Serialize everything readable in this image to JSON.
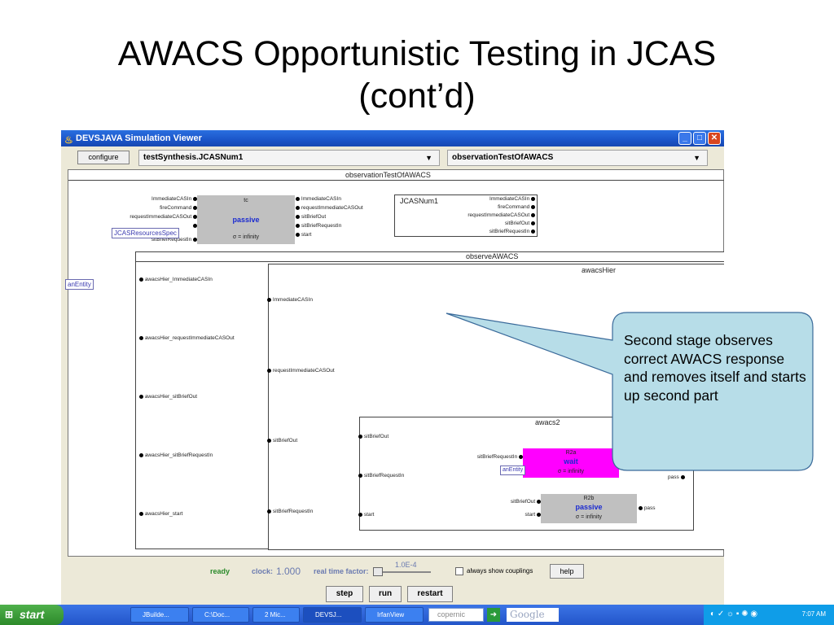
{
  "slide": {
    "title_line1": "AWACS Opportunistic Testing in JCAS",
    "title_line2": "(cont’d)"
  },
  "window": {
    "title": "DEVSJAVA Simulation Viewer",
    "min_label": "_",
    "max_label": "□",
    "close_label": "✕"
  },
  "toolbar": {
    "configure_label": "configure",
    "package_combo": "testSynthesis.JCASNum1",
    "model_combo": "observationTestOfAWACS",
    "arrow": "▼"
  },
  "diagram": {
    "root_label": "observationTestOfAWACS",
    "tc": {
      "name": "tc",
      "state": "passive",
      "sigma": "σ = infinity",
      "in_ports": [
        "ImmediateCASIn",
        "fireCommand",
        "requestImmediateCASOut",
        "",
        "sitBriefRequestIn"
      ],
      "out_ports": [
        "ImmediateCASIn",
        "requestImmediateCASOut",
        "sitBriefOut",
        "sitBriefRequestIn",
        "start"
      ]
    },
    "cas_tag": "JCASResourcesSpec",
    "jcasnum1": {
      "label": "JCASNum1",
      "ports": [
        "ImmediateCASIn",
        "fireCommand",
        "requestImmediateCASOut",
        "sitBriefOut",
        "sitBriefRequestIn"
      ]
    },
    "observe_label": "observeAWACS",
    "an_entity_left": "anEntity",
    "observe_ports": [
      "awacsHier_ImmediateCASIn",
      "awacsHier_requestImmediateCASOut",
      "awacsHier_sitBriefOut",
      "awacsHier_sitBriefRequestIn",
      "awacsHier_start"
    ],
    "awacshier_label": "awacsHier",
    "awacshier_ports": [
      "ImmediateCASIn",
      "requestImmediateCASOut",
      "sitBriefOut",
      "sitBriefRequestIn"
    ],
    "awacs2_label": "awacs2",
    "awacs2_in_ports": [
      "sitBriefOut",
      "sitBriefRequestIn",
      "start"
    ],
    "awacs2_out_port": "pass",
    "r2a": {
      "name": "R2a",
      "state": "wait",
      "sigma": "σ = infinity",
      "in_port": "sitBriefRequestIn",
      "out_port": "pass",
      "tag": "anEntity"
    },
    "r2b": {
      "name": "R2b",
      "state": "passive",
      "sigma": "σ = infinity",
      "in_ports": [
        "sitBriefOut",
        "start"
      ],
      "out_port": "pass"
    }
  },
  "status": {
    "ready": "ready",
    "clock_label": "clock:",
    "clock_value": "1.000",
    "rtf_label": "real time factor:",
    "rtf_value": "1.0E-4",
    "checkbox_label": "always show couplings",
    "help_label": "help",
    "step_label": "step",
    "run_label": "run",
    "restart_label": "restart"
  },
  "taskbar": {
    "start_label": "start",
    "tasks": [
      "JBuilde...",
      "C:\\Doc...",
      "2 Mic...",
      "DEVSJ...",
      "IrfanView"
    ],
    "search_value": "copernic",
    "google_label": "Google",
    "time": "7:07 AM"
  },
  "callout": {
    "text": "Second stage observes correct AWACS response and  removes itself and starts up second part"
  },
  "colors": {
    "titlebar": "#1b55c8",
    "canvas": "#ffffff",
    "r2a_fill": "#ff00ff",
    "atomic_fill": "#c0c0c0",
    "callout_fill": "#b7dde8",
    "state_blue": "#1a2ad0"
  }
}
